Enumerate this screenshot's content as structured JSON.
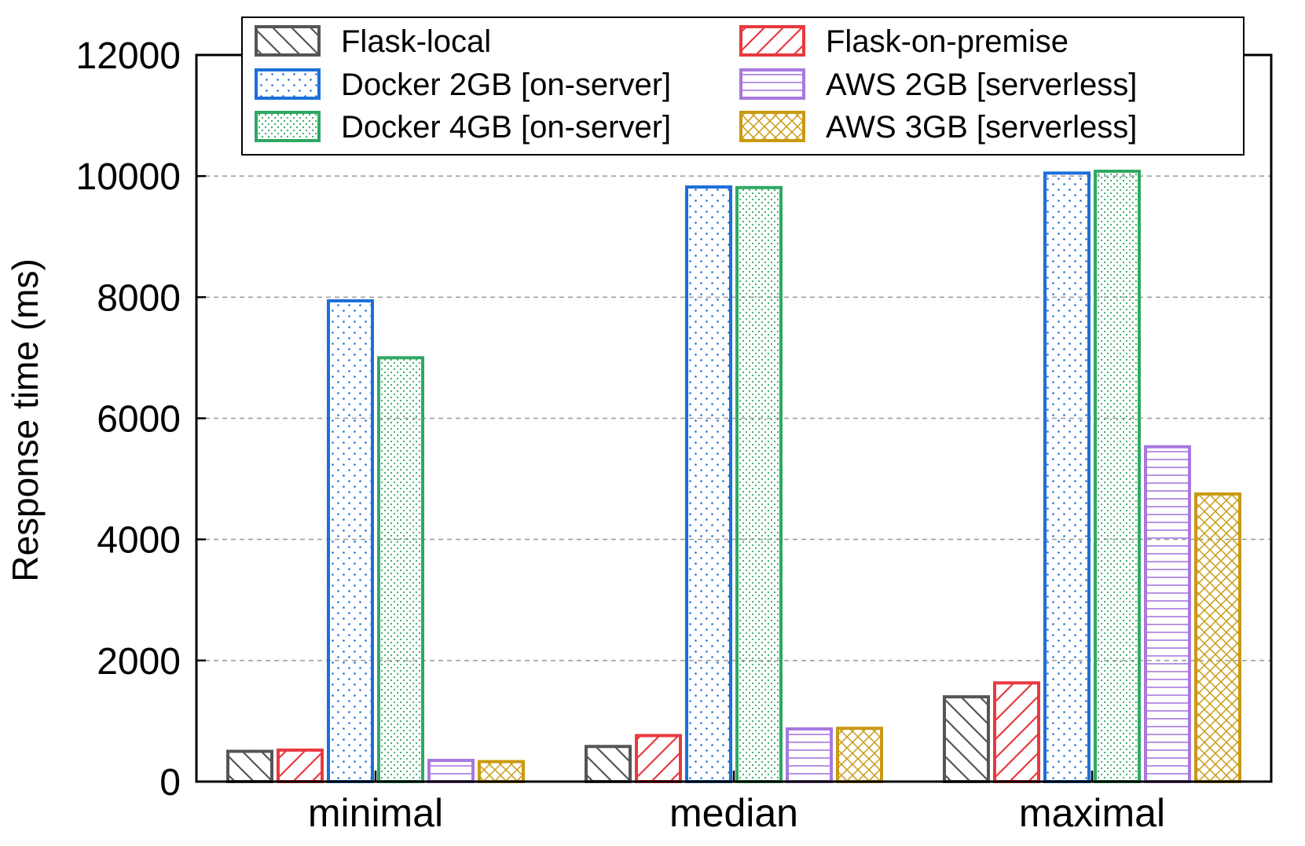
{
  "chart_data": {
    "type": "bar",
    "title": "",
    "xlabel": "",
    "ylabel": "Response time (ms)",
    "ylim": [
      0,
      12000
    ],
    "yticks": [
      0,
      2000,
      4000,
      6000,
      8000,
      10000,
      12000
    ],
    "grid": true,
    "legend_position": "top",
    "categories": [
      "minimal",
      "median",
      "maximal"
    ],
    "series": [
      {
        "name": "Flask-local",
        "values": [
          500,
          580,
          1400
        ],
        "color": "#555555",
        "pattern": "diagonal-back"
      },
      {
        "name": "Flask-on-premise",
        "values": [
          520,
          760,
          1630
        ],
        "color": "#e8393f",
        "pattern": "diagonal"
      },
      {
        "name": "Docker 2GB [on-server]",
        "values": [
          7940,
          9820,
          10050
        ],
        "color": "#1c6fd8",
        "pattern": "dots-sparse"
      },
      {
        "name": "Docker 4GB [on-server]",
        "values": [
          7000,
          9810,
          10080
        ],
        "color": "#2fa863",
        "pattern": "dots-dense"
      },
      {
        "name": "AWS 2GB [serverless]",
        "values": [
          350,
          870,
          5530
        ],
        "color": "#a878e0",
        "pattern": "horizontal"
      },
      {
        "name": "AWS 3GB [serverless]",
        "values": [
          330,
          880,
          4750
        ],
        "color": "#c99a12",
        "pattern": "crosshatch"
      }
    ]
  }
}
